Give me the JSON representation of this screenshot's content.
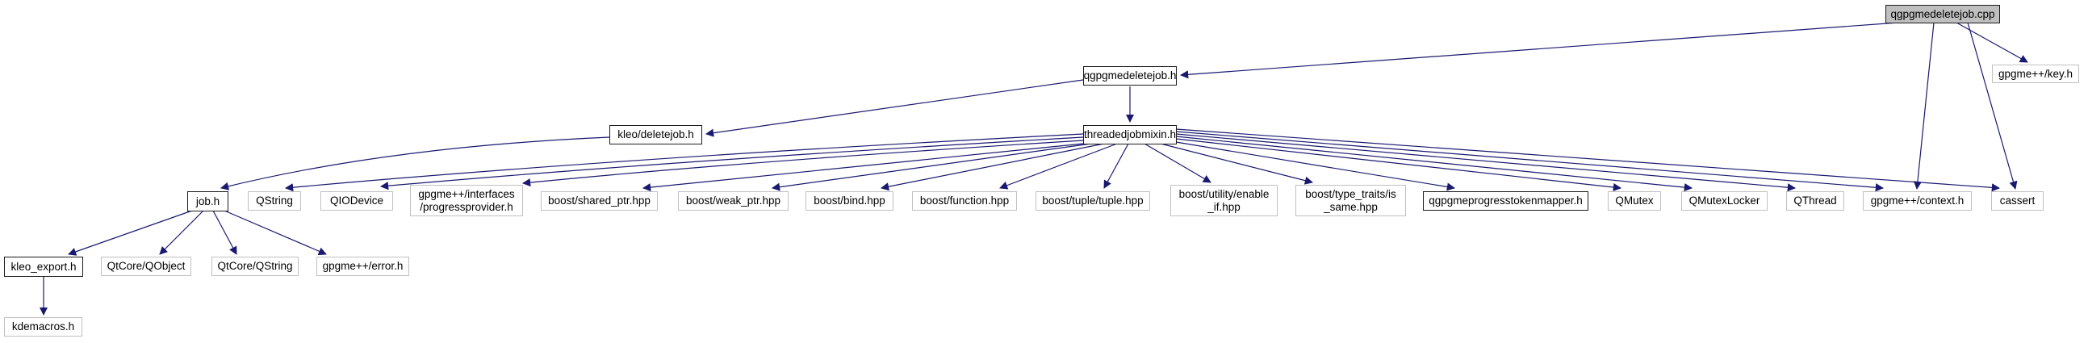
{
  "diagram": {
    "kind": "include-dependency-graph",
    "colors": {
      "edge": "#191970",
      "main_node_fill": "#bfbfbf",
      "linked_node_border": "#1c1c1c",
      "leaf_node_border": "#c0c0c0",
      "background": "#ffffff"
    },
    "nodes": [
      {
        "id": "cpp",
        "label": "qgpgmedeletejob.cpp"
      },
      {
        "id": "h",
        "label": "qgpgmedeletejob.h"
      },
      {
        "id": "key",
        "label": "gpgme++/key.h"
      },
      {
        "id": "deletejob",
        "label": "kleo/deletejob.h"
      },
      {
        "id": "threaded",
        "label": "threadedjobmixin.h"
      },
      {
        "id": "job",
        "label": "job.h"
      },
      {
        "id": "qstring",
        "label": "QString"
      },
      {
        "id": "qiodevice",
        "label": "QIODevice"
      },
      {
        "id": "progress",
        "label": "gpgme++/interfaces\n/progressprovider.h"
      },
      {
        "id": "sharedptr",
        "label": "boost/shared_ptr.hpp"
      },
      {
        "id": "weakptr",
        "label": "boost/weak_ptr.hpp"
      },
      {
        "id": "bind",
        "label": "boost/bind.hpp"
      },
      {
        "id": "function",
        "label": "boost/function.hpp"
      },
      {
        "id": "tuple",
        "label": "boost/tuple/tuple.hpp"
      },
      {
        "id": "enableif",
        "label": "boost/utility/enable\n_if.hpp"
      },
      {
        "id": "issame",
        "label": "boost/type_traits/is\n_same.hpp"
      },
      {
        "id": "tokenmapper",
        "label": "qgpgmeprogresstokenmapper.h"
      },
      {
        "id": "qmutex",
        "label": "QMutex"
      },
      {
        "id": "qmutexlocker",
        "label": "QMutexLocker"
      },
      {
        "id": "qthread",
        "label": "QThread"
      },
      {
        "id": "context",
        "label": "gpgme++/context.h"
      },
      {
        "id": "cassert",
        "label": "cassert"
      },
      {
        "id": "kleoexport",
        "label": "kleo_export.h"
      },
      {
        "id": "qobject",
        "label": "QtCore/QObject"
      },
      {
        "id": "qtcoreqstring",
        "label": "QtCore/QString"
      },
      {
        "id": "error",
        "label": "gpgme++/error.h"
      },
      {
        "id": "kdemacros",
        "label": "kdemacros.h"
      }
    ],
    "edges": [
      {
        "from": "cpp",
        "to": "h"
      },
      {
        "from": "cpp",
        "to": "key"
      },
      {
        "from": "cpp",
        "to": "context"
      },
      {
        "from": "cpp",
        "to": "cassert"
      },
      {
        "from": "h",
        "to": "deletejob"
      },
      {
        "from": "h",
        "to": "threaded"
      },
      {
        "from": "deletejob",
        "to": "job"
      },
      {
        "from": "threaded",
        "to": "qstring"
      },
      {
        "from": "threaded",
        "to": "qiodevice"
      },
      {
        "from": "threaded",
        "to": "progress"
      },
      {
        "from": "threaded",
        "to": "sharedptr"
      },
      {
        "from": "threaded",
        "to": "weakptr"
      },
      {
        "from": "threaded",
        "to": "bind"
      },
      {
        "from": "threaded",
        "to": "function"
      },
      {
        "from": "threaded",
        "to": "tuple"
      },
      {
        "from": "threaded",
        "to": "enableif"
      },
      {
        "from": "threaded",
        "to": "issame"
      },
      {
        "from": "threaded",
        "to": "tokenmapper"
      },
      {
        "from": "threaded",
        "to": "qmutex"
      },
      {
        "from": "threaded",
        "to": "qmutexlocker"
      },
      {
        "from": "threaded",
        "to": "qthread"
      },
      {
        "from": "threaded",
        "to": "context"
      },
      {
        "from": "threaded",
        "to": "cassert"
      },
      {
        "from": "job",
        "to": "kleoexport"
      },
      {
        "from": "job",
        "to": "qobject"
      },
      {
        "from": "job",
        "to": "qtcoreqstring"
      },
      {
        "from": "job",
        "to": "error"
      },
      {
        "from": "kleoexport",
        "to": "kdemacros"
      }
    ]
  }
}
